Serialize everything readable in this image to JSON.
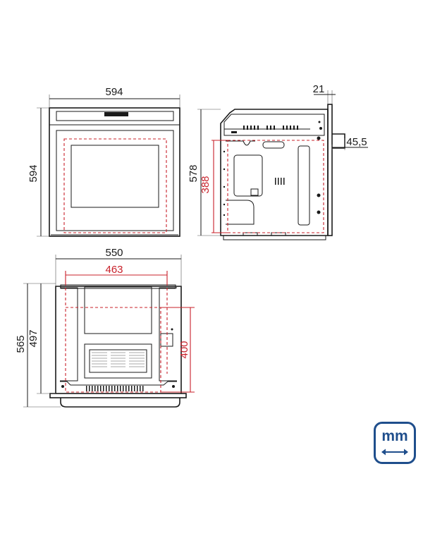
{
  "dimensions": {
    "front_width": "594",
    "front_height": "594",
    "side_height": "578",
    "side_cutout_height": "388",
    "side_panel_thickness": "21",
    "side_handle_depth": "45,5",
    "top_width": "550",
    "top_cutout_width": "463",
    "top_depth_outer": "565",
    "top_depth_inner": "497",
    "top_cutout_depth": "400"
  },
  "unit": {
    "label": "mm",
    "icon": "double-arrow-icon"
  },
  "colors": {
    "line": "#1a1a1a",
    "cutout": "#c8202a",
    "badge": "#1f4e8c"
  }
}
